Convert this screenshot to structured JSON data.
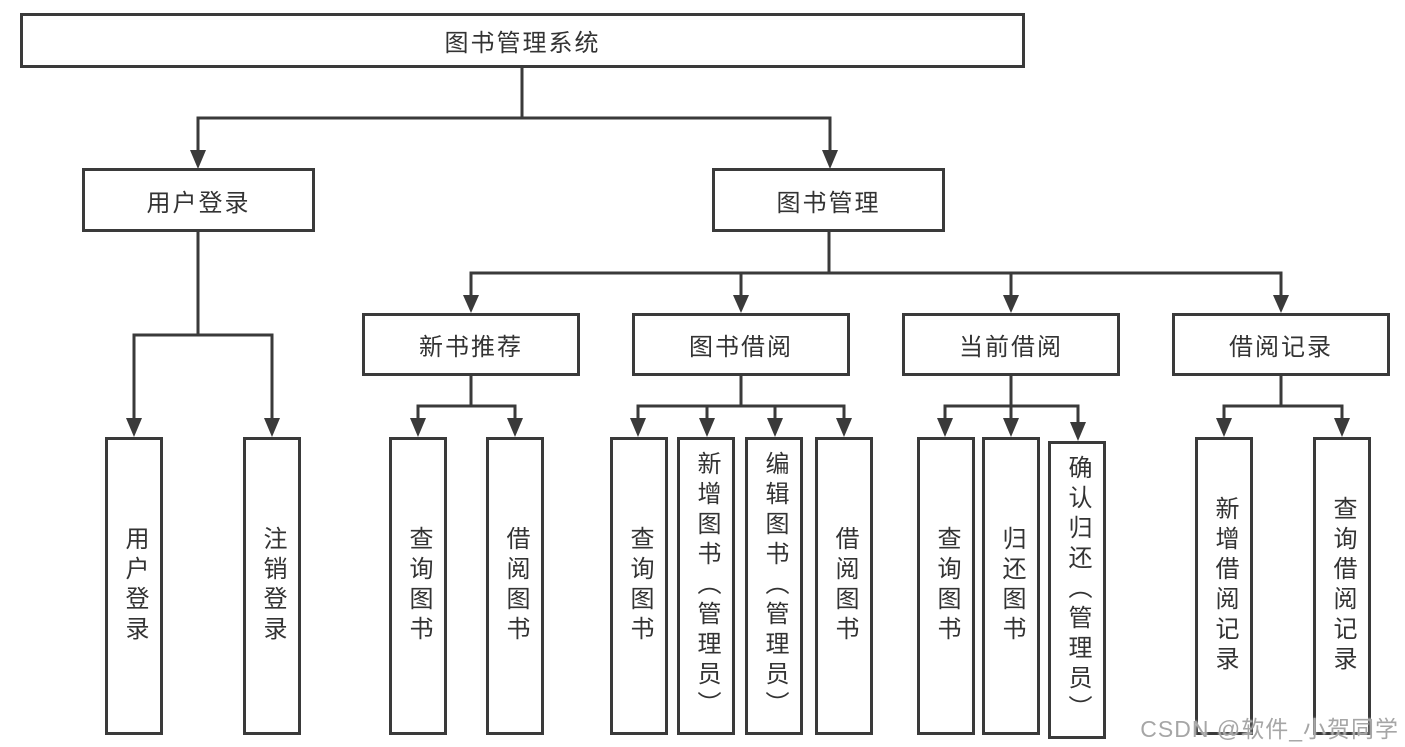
{
  "diagram": {
    "title": "图书管理系统",
    "root": {
      "label": "图书管理系统"
    },
    "level2": [
      {
        "id": "user-login",
        "label": "用户登录"
      },
      {
        "id": "book-management",
        "label": "图书管理"
      }
    ],
    "level3": [
      {
        "id": "new-book-recommend",
        "label": "新书推荐"
      },
      {
        "id": "book-borrow",
        "label": "图书借阅"
      },
      {
        "id": "current-borrow",
        "label": "当前借阅"
      },
      {
        "id": "borrow-record",
        "label": "借阅记录"
      }
    ],
    "leaves": {
      "user_login": [
        {
          "label": "用户登录"
        },
        {
          "label": "注销登录"
        }
      ],
      "new_book_recommend": [
        {
          "label": "查询图书"
        },
        {
          "label": "借阅图书"
        }
      ],
      "book_borrow": [
        {
          "label": "查询图书"
        },
        {
          "label": "新增图书（管理员）"
        },
        {
          "label": "编辑图书（管理员）"
        },
        {
          "label": "借阅图书"
        }
      ],
      "current_borrow": [
        {
          "label": "查询图书"
        },
        {
          "label": "归还图书"
        },
        {
          "label": "确认归还（管理员）"
        }
      ],
      "borrow_record": [
        {
          "label": "新增借阅记录"
        },
        {
          "label": "查询借阅记录"
        }
      ]
    }
  },
  "watermark": {
    "text": "CSDN @软件_小贺同学"
  },
  "colors": {
    "line": "#3a3a3a",
    "box_border": "#3a3a3a",
    "text": "#333333",
    "background": "#ffffff",
    "watermark": "#a6a6a6"
  }
}
